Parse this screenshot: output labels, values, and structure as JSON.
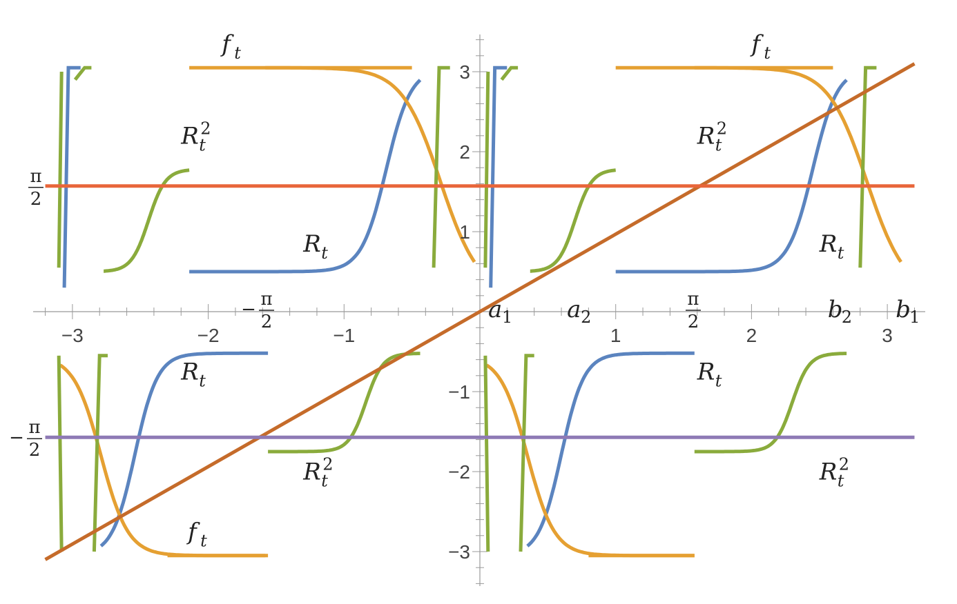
{
  "chart_data": {
    "type": "line",
    "title": "",
    "xlabel": "",
    "ylabel": "",
    "xlim": [
      -3.2,
      3.2
    ],
    "ylim": [
      -3.4,
      3.4
    ],
    "grid": false,
    "x_ticks": [
      {
        "value": -3,
        "label": "−3"
      },
      {
        "value": -2,
        "label": "−2"
      },
      {
        "value": -1,
        "label": "−1"
      },
      {
        "value": 1,
        "label": "1"
      },
      {
        "value": 2,
        "label": "2"
      },
      {
        "value": 3,
        "label": "3"
      }
    ],
    "y_ticks": [
      {
        "value": 1,
        "label": "1"
      },
      {
        "value": 2,
        "label": "2"
      },
      {
        "value": 3,
        "label": "3"
      },
      {
        "value": -1,
        "label": "−1"
      },
      {
        "value": -2,
        "label": "−2"
      },
      {
        "value": -3,
        "label": "−3"
      }
    ],
    "special_x_labels": [
      {
        "value": -1.5708,
        "label": "−π/2"
      },
      {
        "value": 1.5708,
        "label": "π/2"
      }
    ],
    "special_y_labels": [
      {
        "value": 1.5708,
        "label": "π/2"
      },
      {
        "value": -1.5708,
        "label": "−π/2"
      }
    ],
    "point_labels": [
      {
        "x": 0.0,
        "label": "a",
        "sub": "1"
      },
      {
        "x": 0.58,
        "label": "a",
        "sub": "2"
      },
      {
        "x": 2.5,
        "label": "b",
        "sub": "2"
      },
      {
        "x": 3.0,
        "label": "b",
        "sub": "1"
      }
    ],
    "curve_labels": [
      {
        "text": "f",
        "sub": "t",
        "x": -1.9,
        "y": 3.25
      },
      {
        "text": "f",
        "sub": "t",
        "x": 2.0,
        "y": 3.25
      },
      {
        "text": "R",
        "sub": "t",
        "sup": "2",
        "x": -2.2,
        "y": 2.1
      },
      {
        "text": "R",
        "sub": "t",
        "sup": "2",
        "x": 1.6,
        "y": 2.1
      },
      {
        "text": "R",
        "sub": "t",
        "x": -1.3,
        "y": 0.75
      },
      {
        "text": "R",
        "sub": "t",
        "x": 2.5,
        "y": 0.75
      },
      {
        "text": "R",
        "sub": "t",
        "x": -2.2,
        "y": -0.85
      },
      {
        "text": "R",
        "sub": "t",
        "x": 1.6,
        "y": -0.85
      },
      {
        "text": "R",
        "sub": "t",
        "sup": "2",
        "x": -1.3,
        "y": -2.1
      },
      {
        "text": "R",
        "sub": "t",
        "sup": "2",
        "x": 2.5,
        "y": -2.1
      },
      {
        "text": "f",
        "sub": "t",
        "x": -2.15,
        "y": -2.85
      }
    ],
    "series": [
      {
        "id": "diagonal",
        "color": "#c56b2a",
        "x": [
          -3.2,
          3.2
        ],
        "y": [
          -3.1,
          3.1
        ]
      },
      {
        "id": "horizontal-upper",
        "color": "#e8663a",
        "x": [
          -3.2,
          3.2
        ],
        "y": [
          1.5708,
          1.5708
        ]
      },
      {
        "id": "horizontal-lower",
        "color": "#8e7ab5",
        "x": [
          -3.2,
          3.2
        ],
        "y": [
          -1.5708,
          -1.5708
        ]
      }
    ],
    "colors": {
      "R_t": "#5b84bf",
      "R_t_squared": "#8aab3c",
      "f_t": "#e5a032",
      "diagonal": "#c56b2a",
      "horizontal_upper": "#e8663a",
      "horizontal_lower": "#8e7ab5"
    }
  }
}
